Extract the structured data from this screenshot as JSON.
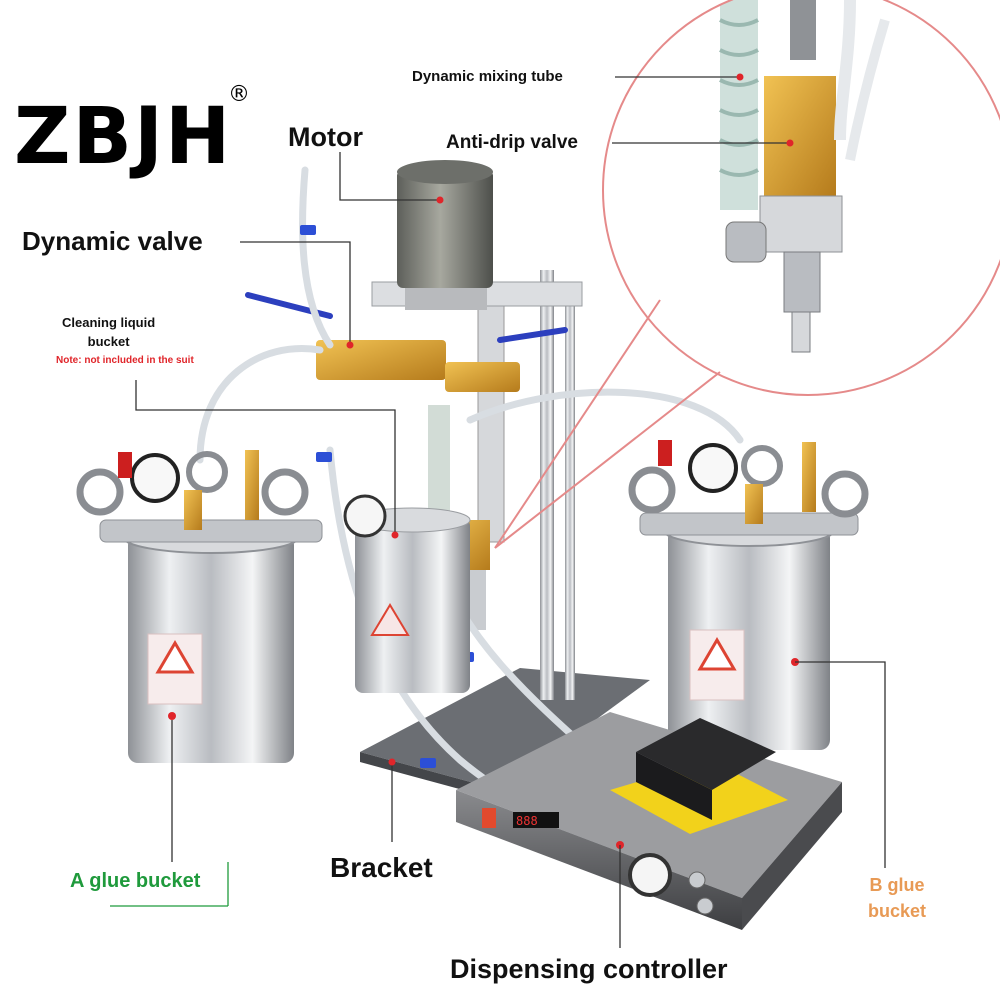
{
  "brand": {
    "logo_text": "ZBJH",
    "registered_mark": "®"
  },
  "labels": {
    "dynamic_mixing_tube": "Dynamic mixing tube",
    "anti_drip_valve": "Anti-drip valve",
    "motor": "Motor",
    "dynamic_valve": "Dynamic valve",
    "cleaning_bucket_line1": "Cleaning liquid",
    "cleaning_bucket_line2": "bucket",
    "cleaning_note": "Note: not included in the suit",
    "a_glue_bucket": "A glue bucket",
    "bracket": "Bracket",
    "b_glue_line1": "B glue",
    "b_glue_line2": "bucket",
    "dispensing_controller": "Dispensing controller"
  },
  "colors": {
    "label_text": "#111111",
    "note_red": "#e0252a",
    "a_bucket_green": "#1f9a3c",
    "b_bucket_orange": "#e89a55",
    "callout_circle": "#e58a8a",
    "brass_valve": "#d9a236",
    "steel": "#c9ccd0",
    "controller_body": "#6f6f72",
    "warning_yellow": "#f2d21b",
    "connector_blue": "#2c4fd6"
  }
}
